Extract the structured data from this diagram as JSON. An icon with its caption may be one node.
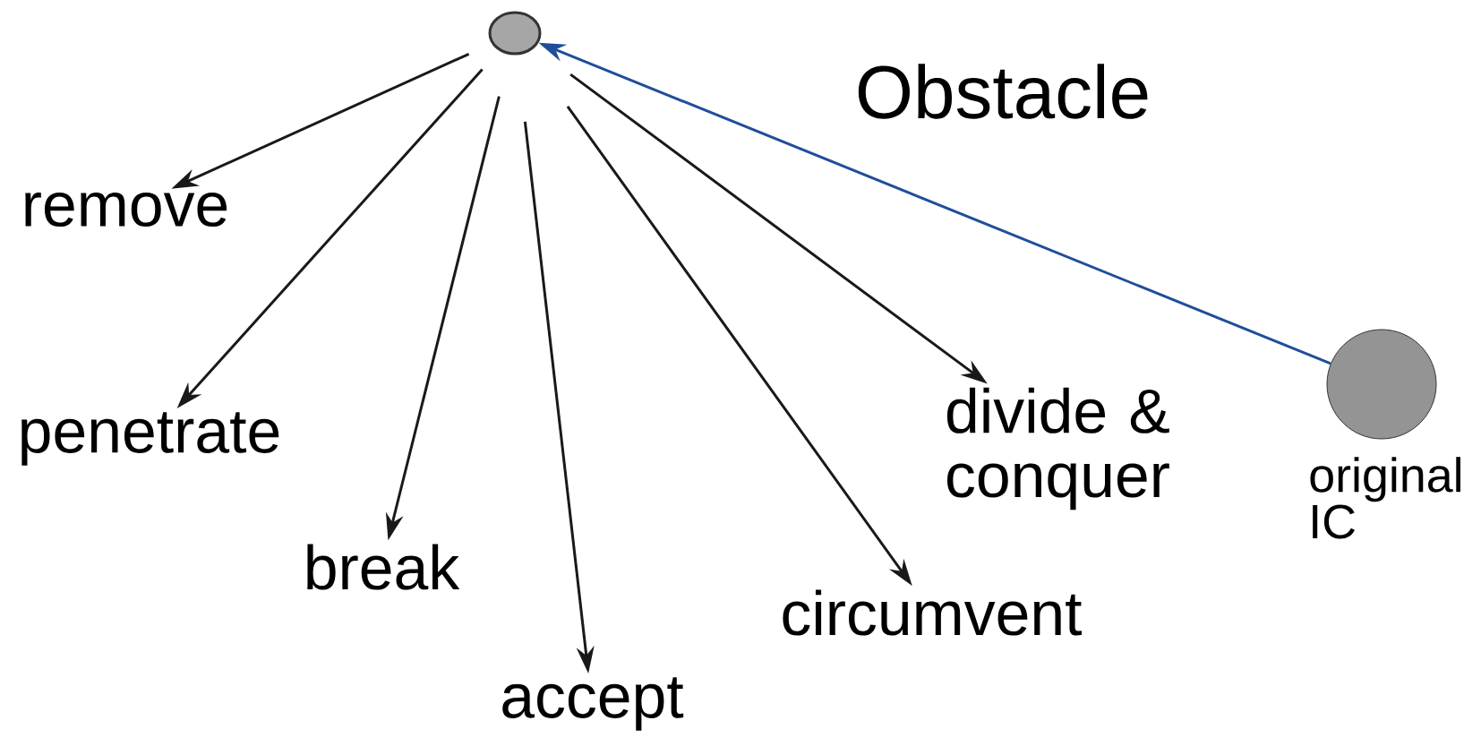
{
  "diagram": {
    "nodes": [
      {
        "text": [],
        "shape": "circle"
      },
      {
        "text": [
          "original IC"
        ]
      },
      {
        "text": [
          "remove"
        ]
      },
      {
        "text": [
          "penetrate"
        ]
      },
      {
        "text": [
          "break"
        ]
      },
      {
        "text": [
          "accept"
        ]
      },
      {
        "text": [
          "circumvent"
        ]
      },
      {
        "text": [
          "divide & conquer"
        ]
      }
    ],
    "edges": [
      {
        "from": 1,
        "to": 0,
        "arrow": "to",
        "color": "#1f4e9a"
      },
      {
        "from": 0,
        "to": 2,
        "arrow": "to"
      },
      {
        "from": 0,
        "to": 3,
        "arrow": "to"
      },
      {
        "from": 0,
        "to": 4,
        "arrow": "to"
      },
      {
        "from": 0,
        "to": 5,
        "arrow": "to"
      },
      {
        "from": 0,
        "to": 6,
        "arrow": "to"
      },
      {
        "from": 0,
        "to": 7,
        "arrow": "to"
      }
    ],
    "labels": [
      "Obstacle"
    ]
  }
}
